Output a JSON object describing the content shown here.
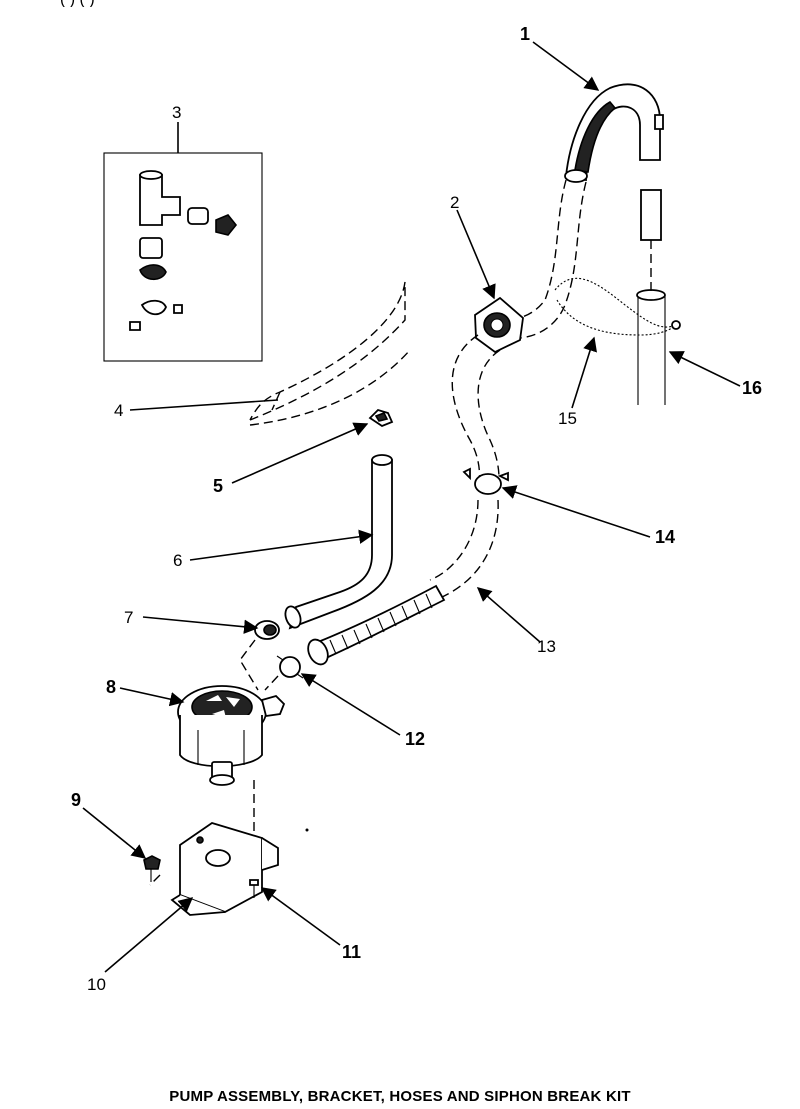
{
  "caption": "PUMP ASSEMBLY, BRACKET, HOSES AND SIPHON BREAK KIT",
  "top_fragment": "( )        ( )",
  "callouts": [
    "1",
    "2",
    "3",
    "4",
    "5",
    "6",
    "7",
    "8",
    "9",
    "10",
    "11",
    "12",
    "13",
    "14",
    "15",
    "16"
  ]
}
